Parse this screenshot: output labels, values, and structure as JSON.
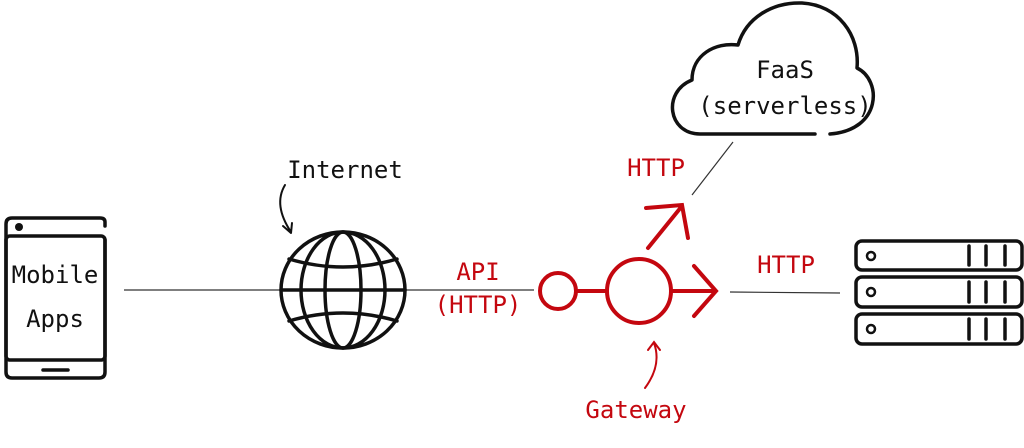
{
  "colors": {
    "accent": "#c4070f",
    "ink": "#111111"
  },
  "nodes": {
    "mobile": {
      "label_line1": "Mobile",
      "label_line2": "Apps",
      "icon": "smartphone-icon"
    },
    "internet": {
      "label": "Internet",
      "icon": "globe-icon"
    },
    "api": {
      "label_line1": "API",
      "label_line2": "(HTTP)"
    },
    "gateway": {
      "label": "Gateway",
      "icon": "gateway-icon"
    },
    "faas": {
      "label_line1": "FaaS",
      "label_line2": "(serverless)",
      "icon": "cloud-icon"
    },
    "servers": {
      "icon": "server-rack-icon"
    }
  },
  "edges": {
    "to_faas": {
      "label": "HTTP"
    },
    "to_servers": {
      "label": "HTTP"
    }
  }
}
